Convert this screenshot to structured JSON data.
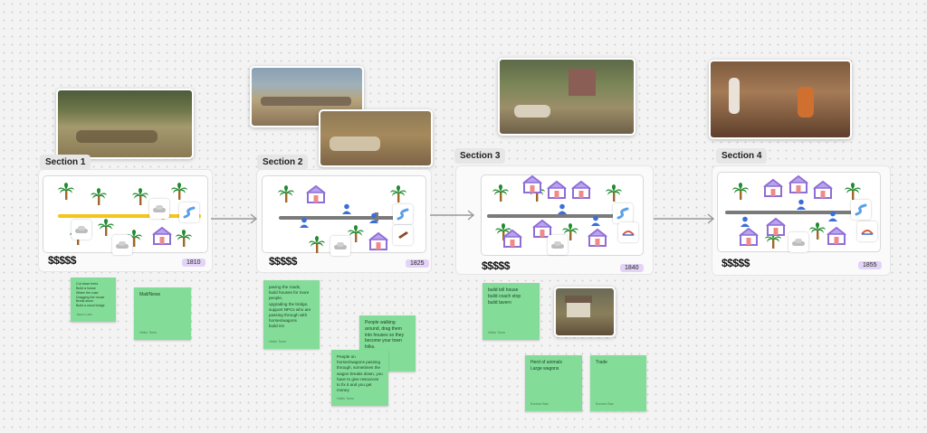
{
  "sections": [
    {
      "label": "Section 1",
      "money": "$$$$$",
      "year": "1810"
    },
    {
      "label": "Section 2",
      "money": "$$$$$",
      "year": "1825"
    },
    {
      "label": "Section 3",
      "money": "$$$$$",
      "year": "1840"
    },
    {
      "label": "Section 4",
      "money": "$$$$$",
      "year": "1855"
    }
  ],
  "stickies": [
    {
      "text": "Cut down trees\nBuild a house\nWiden the road\nDragging the house\nBreak stone\nBuild a wood bridge",
      "author": "Jason Lam"
    },
    {
      "text": "Mail/News",
      "author": "Heller Tome"
    },
    {
      "text": "paving the roads,\nbuild houses for more people,\nupgrading the bridge,\nsupport NPCs who are passing through with horses/wagons\nbuild inn",
      "author": "Heller Tome"
    },
    {
      "text": "People walking around, drag them into houses so they become your town folks.",
      "author": "Heller Tome"
    },
    {
      "text": "People on horses/wagons passing through, sometimes the wagon breaks down, you have to give resources to fix it and you get money",
      "author": "Heller Tome"
    },
    {
      "text": "build toll house\nbuild coach stop\nbuild tavern",
      "author": "Heller Tome"
    },
    {
      "text": "Herd of animals\nLarge wagons",
      "author": "Eunhee Bae"
    },
    {
      "text": "Trade",
      "author": "Eunhee Bae"
    }
  ],
  "colors": {
    "sticky": "#83dd99",
    "year_badge": "#e3d4f7",
    "road_yellow": "#f5c518",
    "road_grey": "#7a7a7a",
    "house_purple": "#8e6dd6"
  }
}
